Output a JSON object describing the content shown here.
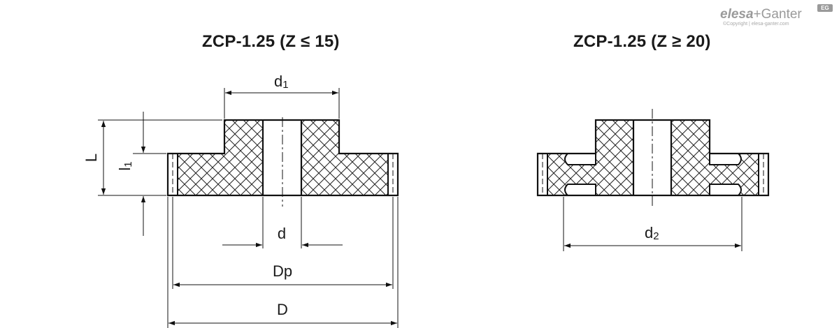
{
  "titles": {
    "left": "ZCP-1.25 (Z ≤ 15)",
    "right": "ZCP-1.25 (Z ≥ 20)"
  },
  "logo": {
    "brand_a": "elesa",
    "brand_sep": "+",
    "brand_b": "Ganter",
    "copyright": "©Copyright | elesa-ganter.com",
    "badge": "EG"
  },
  "dimensions": {
    "d1": {
      "main": "d",
      "sub": "1"
    },
    "d": "d",
    "dp": "Dp",
    "D": "D",
    "L": "L",
    "l1": {
      "main": "l",
      "sub": "1"
    },
    "d2": {
      "main": "d",
      "sub": "2"
    }
  }
}
